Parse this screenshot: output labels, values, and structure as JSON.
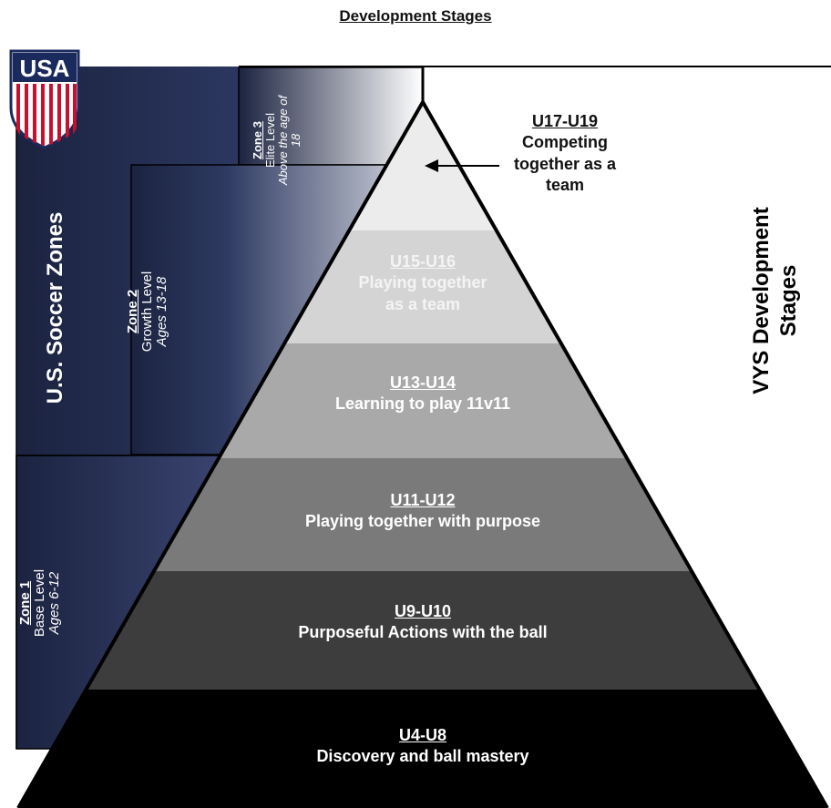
{
  "title": "Development Stages",
  "logo": {
    "text": "USA",
    "colors": {
      "red": "#c8102e",
      "blue": "#1b2a5c",
      "white": "#ffffff"
    }
  },
  "left_axis_label": "U.S. Soccer Zones",
  "right_axis_label": "VYS Development Stages",
  "zones": [
    {
      "name": "Zone 1",
      "level": "Base Level",
      "ages": "Ages 6-12"
    },
    {
      "name": "Zone 2",
      "level": "Growth Level",
      "ages": "Ages 13-18"
    },
    {
      "name": "Zone 3",
      "level": "Elite Level",
      "ages": "Above the age of 18"
    }
  ],
  "stages": [
    {
      "range": "U4-U8",
      "desc": "Discovery and ball mastery",
      "fill": "#000000",
      "text_color": "#ffffff"
    },
    {
      "range": "U9-U10",
      "desc": "Purposeful Actions with the ball",
      "fill": "#3d3d3d",
      "text_color": "#ffffff"
    },
    {
      "range": "U11-U12",
      "desc": "Playing together with purpose",
      "fill": "#7a7a7a",
      "text_color": "#ffffff"
    },
    {
      "range": "U13-U14",
      "desc": "Learning to play 11v11",
      "fill": "#a9a9a9",
      "text_color": "#ffffff"
    },
    {
      "range": "U15-U16",
      "desc_line1": "Playing together",
      "desc_line2": "as a team",
      "fill": "#d4d4d4",
      "text_color": "#f4f4f4"
    },
    {
      "range": "U17-U19",
      "desc_line1": "Competing",
      "desc_line2": "together as a",
      "desc_line3": "team",
      "fill": "#ececec",
      "text_color": "#111111"
    }
  ],
  "colors": {
    "navy": "#1b2340",
    "outline": "#000000"
  }
}
